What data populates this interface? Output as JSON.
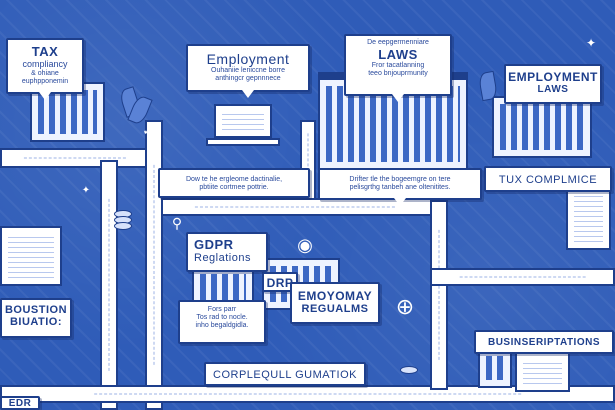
{
  "signs": {
    "tax_company": {
      "title": "TAX",
      "lines": [
        "compliancy",
        "& ohiane",
        "euphpponemin"
      ]
    },
    "employment": {
      "title": "Employment",
      "lines": [
        "Ouhaniie leniccne borre",
        "anthingcr gepnnnece"
      ]
    },
    "laws_bubble": {
      "pre": "De eepgermenniare",
      "title": "LAWS",
      "lines": [
        "Fror tacatlanning",
        "teeo bnjouprmunity"
      ]
    },
    "employment_laws": {
      "title": "EMPLOYMENT",
      "subtitle": "LAWS"
    },
    "note_left": {
      "lines": [
        "Dow te he ergleome dactinalie,",
        "pbtiite cortmee pottrie."
      ]
    },
    "note_middle": {
      "lines": [
        "Drifter tle the bogeemgre on tere",
        "pelisgrthg tanbeh ane oltenitites."
      ]
    },
    "tux_complmice": {
      "title": "TUX COMPLMICE"
    },
    "gdpr": {
      "title": "GDPR",
      "subtitle": "Reglations"
    },
    "drp": {
      "title": "DRP"
    },
    "emoyomay": {
      "title": "EMOYOMAY",
      "subtitle": "REGUALMS"
    },
    "note_gdpr": {
      "lines": [
        "Fors parr",
        "Tos rad to nocle.",
        "inho begaldgidla."
      ]
    },
    "corplequll": {
      "title": "CORPLEQULL GUMATIOK"
    },
    "boustion": {
      "title": "BOUSTION",
      "subtitle": "BIUATIO:"
    },
    "businesscriptions": {
      "title": "BUSINSERIPTATIONS"
    },
    "edr": {
      "title": "EDR"
    }
  },
  "colors": {
    "background": "#2f5cb8",
    "ink": "#1e3f8c",
    "paper": "#ffffff",
    "accent": "#5a82d6"
  }
}
